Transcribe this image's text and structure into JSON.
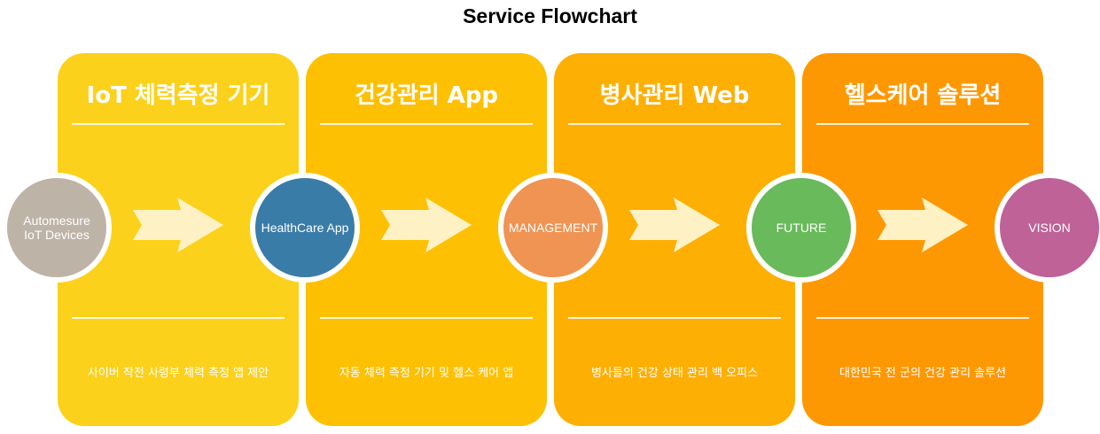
{
  "title": "Service Flowchart",
  "panels": [
    {
      "title": "IoT 체력측정 기기",
      "desc": "사이버 작전 사령부 체력 측정 앱 제안",
      "color": "#FCD11B"
    },
    {
      "title": "건강관리 App",
      "desc": "자동 체력 측정 기기 및 헬스 케어 앱",
      "color": "#FEC002"
    },
    {
      "title": "병사관리 Web",
      "desc": "병사들의 건강 상태 관리 백 오피스",
      "color": "#FEAF04"
    },
    {
      "title": "헬스케어 솔루션",
      "desc": "대한민국 전 군의 건강 관리 솔루션",
      "color": "#FE9802"
    }
  ],
  "nodes": [
    {
      "label": "Automesure\nIoT Devices",
      "color": "#BEB3A7"
    },
    {
      "label": "HealthCare App",
      "color": "#3A7CA8"
    },
    {
      "label": "MANAGEMENT",
      "color": "#EF9452"
    },
    {
      "label": "FUTURE",
      "color": "#68BA5A"
    },
    {
      "label": "VISION",
      "color": "#BE6298"
    }
  ],
  "arrow_color": "#FEF2C4"
}
